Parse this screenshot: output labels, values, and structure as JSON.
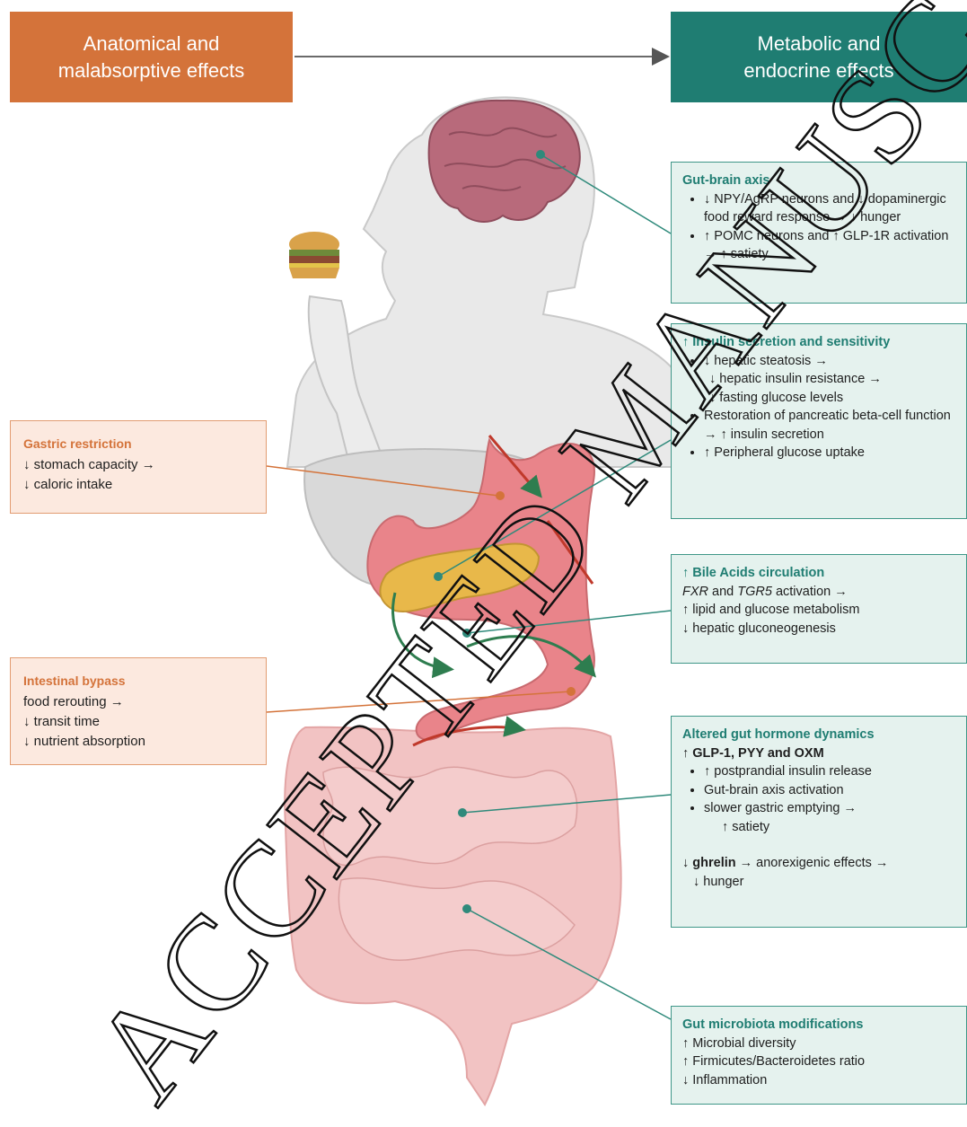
{
  "headers": {
    "left": "Anatomical and\nmalabsorptive effects",
    "right": "Metabolic and\nendocrine effects"
  },
  "left_boxes": {
    "gastric": {
      "title": "Gastric restriction",
      "lines": [
        "↓ stomach capacity →",
        "↓ caloric intake"
      ]
    },
    "intestinal": {
      "title": "Intestinal bypass",
      "lines": [
        "food rerouting →",
        "↓ transit time",
        "↓ nutrient absorption"
      ]
    }
  },
  "right_boxes": {
    "gut_brain": {
      "title": "Gut-brain axis",
      "bullets": [
        "↓ NPY/AgRP neurons and ↓ dopaminergic food reward response → ↓ hunger",
        "↑ POMC neurons and ↑ GLP-1R activation → ↑ satiety"
      ]
    },
    "insulin": {
      "title": "↑ Insulin secretion and sensitivity",
      "b1": "↓ hepatic steatosis →",
      "b1_sub1": "↓ hepatic insulin resistance →",
      "b1_sub2": "↓ fasting glucose levels",
      "b2": "Restoration of pancreatic beta-cell function → ↑ insulin secretion",
      "b3": "↑ Peripheral glucose uptake"
    },
    "bile": {
      "title": "↑ Bile Acids circulation",
      "fxr": "FXR",
      "and": " and ",
      "tgr5": "TGR5",
      "activation": " activation →",
      "l2": "↑ lipid and glucose metabolism",
      "l3": "↓ hepatic gluconeogenesis"
    },
    "hormone": {
      "title": "Altered gut hormone dynamics",
      "head": "↑ GLP-1, PYY and OXM",
      "b1": "↑ postprandial insulin release",
      "b2": "Gut-brain axis activation",
      "b3": "slower gastric emptying →",
      "b3_sub": "↑ satiety",
      "ghrelin_bold": "↓ ghrelin",
      "ghrelin_rest": " → anorexigenic effects →",
      "ghrelin_sub": "↓ hunger"
    },
    "microbiota": {
      "title": "Gut microbiota modifications",
      "lines": [
        "↑ Microbial diversity",
        "↑ Firmicutes/Bacteroidetes ratio",
        "↓ Inflammation"
      ]
    }
  },
  "watermark": "ACCEPTED MANUSCRIPT",
  "colors": {
    "orange": "#d4733a",
    "teal": "#1f7d72",
    "orange_box_bg": "#fce9df",
    "teal_box_bg": "#e5f2ee"
  }
}
